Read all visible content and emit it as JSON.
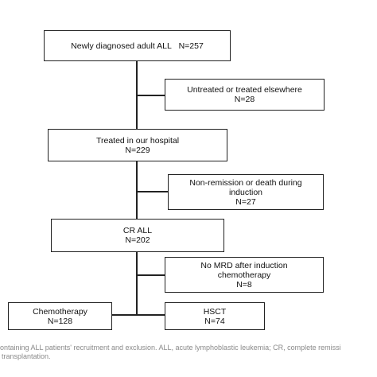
{
  "flowchart": {
    "newly_diagnosed": {
      "label": "Newly diagnosed adult ALL",
      "count": "N=257"
    },
    "untreated": {
      "line1": "Untreated or treated elsewhere",
      "count": "N=28"
    },
    "treated": {
      "line1": "Treated in our hospital",
      "count": "N=229"
    },
    "non_remission": {
      "line1": "Non-remission or death during",
      "line2": "induction",
      "count": "N=27"
    },
    "cr_all": {
      "line1": "CR ALL",
      "count": "N=202"
    },
    "no_mrd": {
      "line1": "No MRD after induction",
      "line2": "chemotherapy",
      "count": "N=8"
    },
    "chemotherapy": {
      "line1": "Chemotherapy",
      "count": "N=128"
    },
    "hsct": {
      "line1": "HSCT",
      "count": "N=74"
    }
  },
  "caption": {
    "line1": "ontaining ALL patients' recruitment and exclusion. ALL, acute lymphoblastic leukemia; CR, complete remissi",
    "line2": "transplantation."
  }
}
